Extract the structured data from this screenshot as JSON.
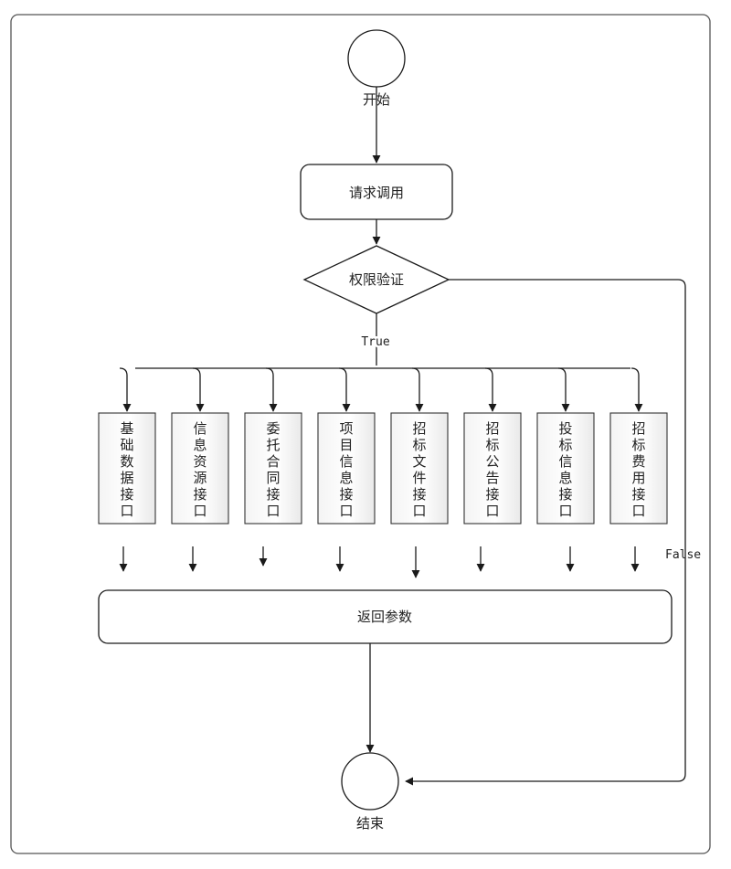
{
  "diagram": {
    "start_label": "开始",
    "request_label": "请求调用",
    "auth_label": "权限验证",
    "true_label": "True",
    "false_label": "False",
    "interfaces": [
      {
        "label": "基础数据接口",
        "chars": [
          "基",
          "础",
          "数",
          "据",
          "接",
          "口"
        ]
      },
      {
        "label": "信息资源接口",
        "chars": [
          "信",
          "息",
          "资",
          "源",
          "接",
          "口"
        ]
      },
      {
        "label": "委托合同接口",
        "chars": [
          "委",
          "托",
          "合",
          "同",
          "接",
          "口"
        ]
      },
      {
        "label": "项目信息接口",
        "chars": [
          "项",
          "目",
          "信",
          "息",
          "接",
          "口"
        ]
      },
      {
        "label": "招标文件接口",
        "chars": [
          "招",
          "标",
          "文",
          "件",
          "接",
          "口"
        ]
      },
      {
        "label": "招标公告接口",
        "chars": [
          "招",
          "标",
          "公",
          "告",
          "接",
          "口"
        ]
      },
      {
        "label": "投标信息接口",
        "chars": [
          "投",
          "标",
          "信",
          "息",
          "接",
          "口"
        ]
      },
      {
        "label": "招标费用接口",
        "chars": [
          "招",
          "标",
          "费",
          "用",
          "接",
          "口"
        ]
      }
    ],
    "return_label": "返回参数",
    "end_label": "结束"
  }
}
